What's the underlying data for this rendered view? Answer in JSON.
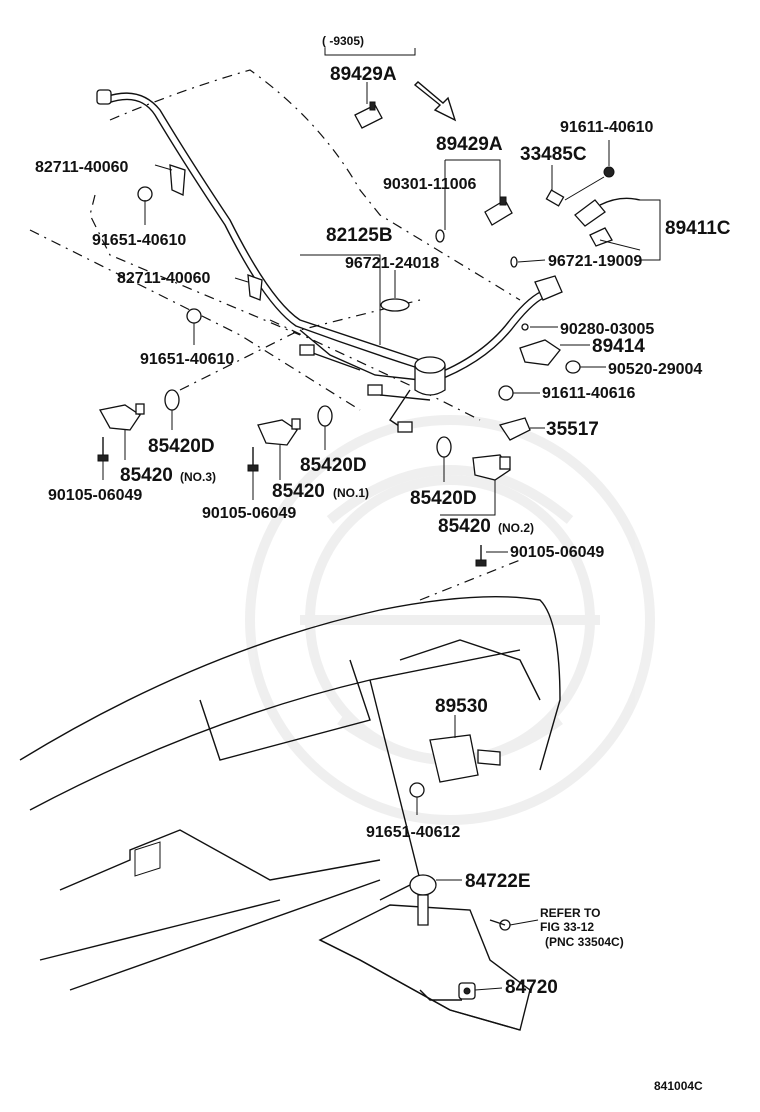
{
  "labels": {
    "range_note": "(     -9305)",
    "p89429A_top": "89429A",
    "p89429A": "89429A",
    "p91611_40610": "91611-40610",
    "p33485C": "33485C",
    "p90301_11006": "90301-11006",
    "p89411C": "89411C",
    "p82711_40060_a": "82711-40060",
    "p91651_40610_a": "91651-40610",
    "p82125B": "82125B",
    "p96721_24018": "96721-24018",
    "p96721_19009": "96721-19009",
    "p82711_40060_b": "82711-40060",
    "p90280_03005": "90280-03005",
    "p91651_40610_b": "91651-40610",
    "p89414": "89414",
    "p90520_29004": "90520-29004",
    "p91611_40616": "91611-40616",
    "p35517": "35517",
    "p85420D_a": "85420D",
    "p85420D_b": "85420D",
    "p85420D_c": "85420D",
    "p85420_no3": "85420",
    "no3": "(NO.3)",
    "p85420_no1": "85420",
    "no1": "(NO.1)",
    "p85420_no2": "85420",
    "no2": "(NO.2)",
    "p90105_a": "90105-06049",
    "p90105_b": "90105-06049",
    "p90105_c": "90105-06049",
    "p89530": "89530",
    "p91651_40612": "91651-40612",
    "p84722E": "84722E",
    "refer_1": "REFER TO",
    "refer_2": "FIG 33-12",
    "refer_3": "(PNC 33504C)",
    "p84720": "84720",
    "figure_code": "841004C"
  }
}
